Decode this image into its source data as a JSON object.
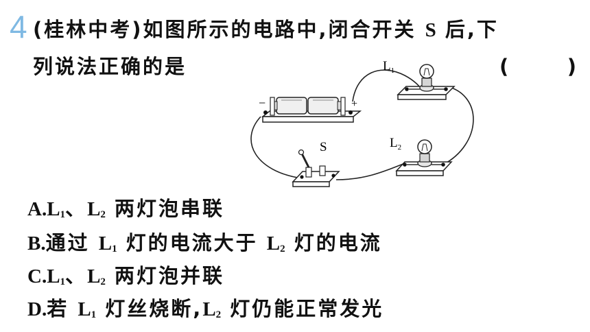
{
  "question": {
    "number": "4",
    "source": "(桂林中考)",
    "stem_part1": "如图所示的电路中,闭合开关",
    "switch_symbol": "S",
    "stem_part2": "后,下",
    "stem_line2": "列说法正确的是",
    "answer_bracket_open": "(",
    "answer_bracket_close": ")"
  },
  "figure": {
    "label_l1": "L",
    "label_l1_sub": "1",
    "label_l2": "L",
    "label_l2_sub": "2",
    "label_s": "S",
    "battery_minus": "−",
    "battery_plus": "+"
  },
  "options": [
    {
      "letter": "A.",
      "l1": "L",
      "s1": "1",
      "sep": "、",
      "l2": "L",
      "s2": "2",
      "text": "两灯泡串联"
    },
    {
      "letter": "B.",
      "pre": "通过",
      "l1": "L",
      "s1": "1",
      "mid": "灯的电流大于",
      "l2": "L",
      "s2": "2",
      "text": "灯的电流"
    },
    {
      "letter": "C.",
      "l1": "L",
      "s1": "1",
      "sep": "、",
      "l2": "L",
      "s2": "2",
      "text": "两灯泡并联"
    },
    {
      "letter": "D.",
      "pre": "若",
      "l1": "L",
      "s1": "1",
      "mid": "灯丝烧断,",
      "l2": "L",
      "s2": "2",
      "text": "灯仍能正常发光"
    }
  ]
}
